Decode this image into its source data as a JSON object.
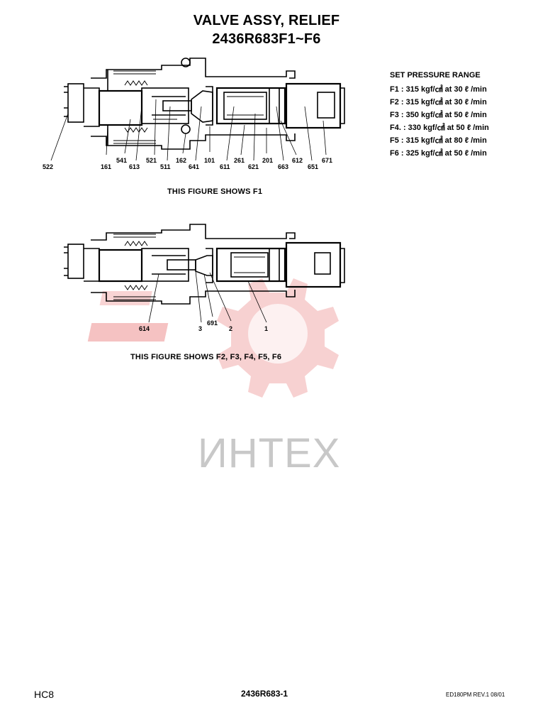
{
  "title": {
    "line1": "VALVE ASSY, RELIEF",
    "line2": "2436R683F1~F6"
  },
  "pressure_range": {
    "heading": "SET PRESSURE RANGE",
    "rows": [
      "F1 : 315 kgf/㎠ at 30 ℓ /min",
      "F2 : 315 kgf/㎠ at 30 ℓ /min",
      "F3 : 350 kgf/㎠ at 50 ℓ /min",
      "F4. : 330 kgf/㎠ at 50 ℓ /min",
      "F5 : 315 kgf/㎠ at 80 ℓ /min",
      "F6 : 325 kgf/㎠ at 50 ℓ /min"
    ]
  },
  "figure1": {
    "caption": "THIS FIGURE SHOWS    F1",
    "part_numbers": {
      "p522": "522",
      "p161": "161",
      "p541": "541",
      "p613": "613",
      "p521": "521",
      "p511": "511",
      "p162": "162",
      "p641": "641",
      "p101": "101",
      "p611": "611",
      "p261": "261",
      "p621": "621",
      "p201": "201",
      "p663": "663",
      "p612": "612",
      "p651": "651",
      "p671": "671"
    }
  },
  "figure2": {
    "caption": "THIS FIGURE SHOWS    F2, F3, F4, F5, F6",
    "part_numbers": {
      "p614": "614",
      "p3": "3",
      "p691": "691",
      "p2": "2",
      "p1": "1"
    }
  },
  "watermark": {
    "text": "ИНТЕХ",
    "color": "#f08080"
  },
  "footer": {
    "left": "HC8",
    "center": "2436R683-1",
    "right": "ED180PM REV.1 08/01"
  }
}
